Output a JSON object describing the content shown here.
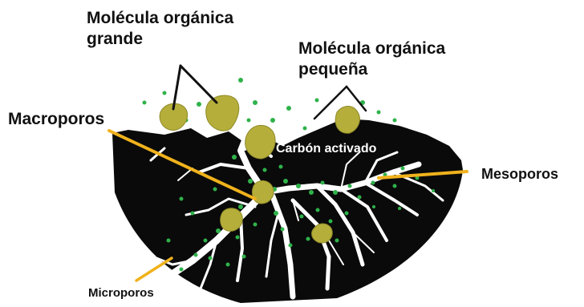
{
  "labels": {
    "large_molecule_line1": "Molécula orgánica",
    "large_molecule_line2": "grande",
    "small_molecule_line1": "Molécula orgánica",
    "small_molecule_line2": "pequeña",
    "macropores": "Macroporos",
    "activated_carbon": "Carbón activado",
    "mesopores": "Mesoporos",
    "micropores": "Microporos"
  },
  "colors": {
    "carbon": "#0a0a0a",
    "pore": "#ffffff",
    "molecule_large": "#b5ae3a",
    "molecule_small": "#2fb24a",
    "pointer_orange": "#f0b21c",
    "pointer_black": "#111111"
  }
}
